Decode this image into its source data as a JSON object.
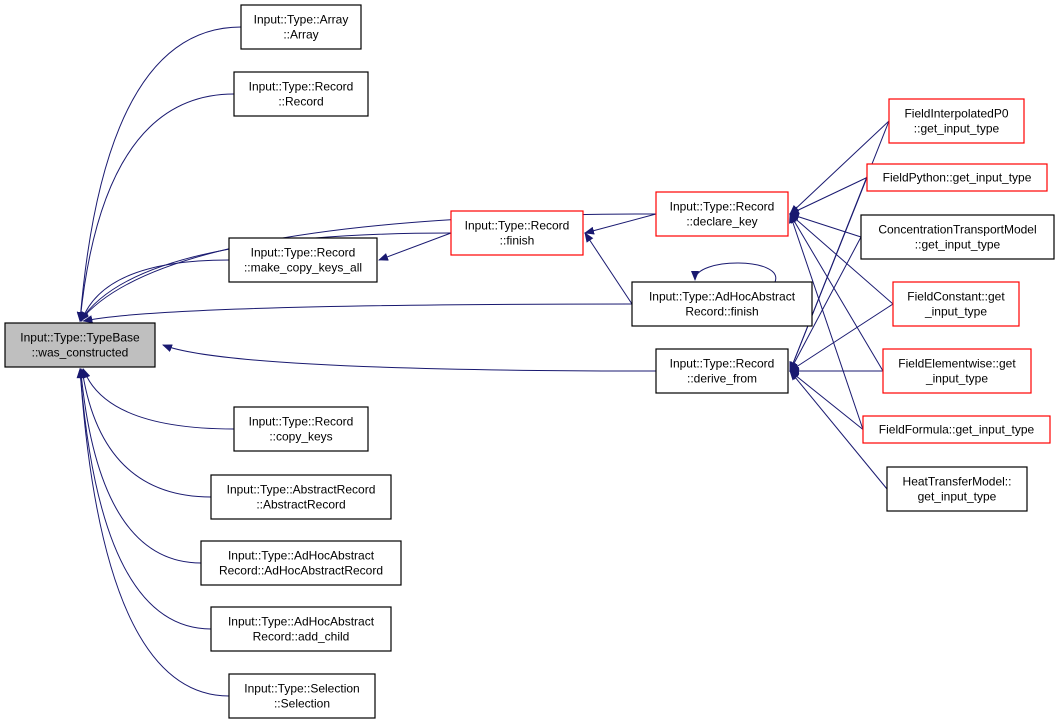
{
  "colors": {
    "edge": "#191970",
    "highlight_fill": "#bfbfbf",
    "normal_border": "#000000",
    "truncated_border": "#ff0000"
  },
  "nodes": [
    {
      "id": "root",
      "lines": [
        "Input::Type::TypeBase",
        "::was_constructed"
      ],
      "style": "highlight"
    },
    {
      "id": "array",
      "lines": [
        "Input::Type::Array",
        "::Array"
      ],
      "style": "normal"
    },
    {
      "id": "record",
      "lines": [
        "Input::Type::Record",
        "::Record"
      ],
      "style": "normal"
    },
    {
      "id": "mcka",
      "lines": [
        "Input::Type::Record",
        "::make_copy_keys_all"
      ],
      "style": "normal"
    },
    {
      "id": "copykeys",
      "lines": [
        "Input::Type::Record",
        "::copy_keys"
      ],
      "style": "normal"
    },
    {
      "id": "absrec",
      "lines": [
        "Input::Type::AbstractRecord",
        "::AbstractRecord"
      ],
      "style": "normal"
    },
    {
      "id": "adhoc",
      "lines": [
        "Input::Type::AdHocAbstract",
        "Record::AdHocAbstractRecord"
      ],
      "style": "normal"
    },
    {
      "id": "addchild",
      "lines": [
        "Input::Type::AdHocAbstract",
        "Record::add_child"
      ],
      "style": "normal"
    },
    {
      "id": "selection",
      "lines": [
        "Input::Type::Selection",
        "::Selection"
      ],
      "style": "normal"
    },
    {
      "id": "finish",
      "lines": [
        "Input::Type::Record",
        "::finish"
      ],
      "style": "truncated"
    },
    {
      "id": "declare",
      "lines": [
        "Input::Type::Record",
        "::declare_key"
      ],
      "style": "truncated"
    },
    {
      "id": "adhocfinish",
      "lines": [
        "Input::Type::AdHocAbstract",
        "Record::finish"
      ],
      "style": "normal"
    },
    {
      "id": "derive",
      "lines": [
        "Input::Type::Record",
        "::derive_from"
      ],
      "style": "normal"
    },
    {
      "id": "fip0",
      "lines": [
        "FieldInterpolatedP0",
        "::get_input_type"
      ],
      "style": "truncated"
    },
    {
      "id": "fpy",
      "lines": [
        "FieldPython::get_input_type"
      ],
      "style": "truncated"
    },
    {
      "id": "ctm",
      "lines": [
        "ConcentrationTransportModel",
        "::get_input_type"
      ],
      "style": "normal"
    },
    {
      "id": "fconst",
      "lines": [
        "FieldConstant::get",
        "_input_type"
      ],
      "style": "truncated"
    },
    {
      "id": "felem",
      "lines": [
        "FieldElementwise::get",
        "_input_type"
      ],
      "style": "truncated"
    },
    {
      "id": "fform",
      "lines": [
        "FieldFormula::get_input_type"
      ],
      "style": "truncated"
    },
    {
      "id": "htm",
      "lines": [
        "HeatTransferModel::",
        "get_input_type"
      ],
      "style": "normal"
    }
  ],
  "edges": [
    [
      "array",
      "root"
    ],
    [
      "record",
      "root"
    ],
    [
      "mcka",
      "root"
    ],
    [
      "copykeys",
      "root"
    ],
    [
      "absrec",
      "root"
    ],
    [
      "adhoc",
      "root"
    ],
    [
      "addchild",
      "root"
    ],
    [
      "selection",
      "root"
    ],
    [
      "finish",
      "root"
    ],
    [
      "declare",
      "root"
    ],
    [
      "adhocfinish",
      "root"
    ],
    [
      "derive",
      "root"
    ],
    [
      "finish",
      "mcka"
    ],
    [
      "declare",
      "finish"
    ],
    [
      "adhocfinish",
      "finish"
    ],
    [
      "adhocfinish",
      "adhocfinish"
    ],
    [
      "fip0",
      "declare"
    ],
    [
      "fpy",
      "declare"
    ],
    [
      "ctm",
      "declare"
    ],
    [
      "fconst",
      "declare"
    ],
    [
      "felem",
      "declare"
    ],
    [
      "fform",
      "declare"
    ],
    [
      "fip0",
      "derive"
    ],
    [
      "fpy",
      "derive"
    ],
    [
      "ctm",
      "derive"
    ],
    [
      "fconst",
      "derive"
    ],
    [
      "felem",
      "derive"
    ],
    [
      "fform",
      "derive"
    ],
    [
      "htm",
      "derive"
    ]
  ]
}
